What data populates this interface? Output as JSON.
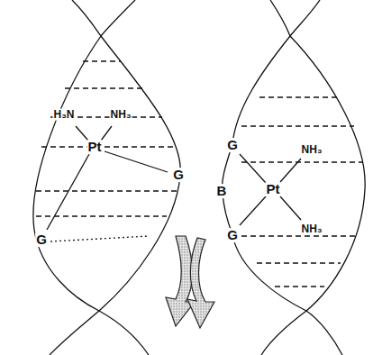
{
  "diagram": {
    "labels": [
      "H₃N",
      "NH₃",
      "Pt",
      "G",
      "G",
      "G",
      "NH₃",
      "Pt",
      "NH₃",
      "B",
      "G"
    ]
  }
}
